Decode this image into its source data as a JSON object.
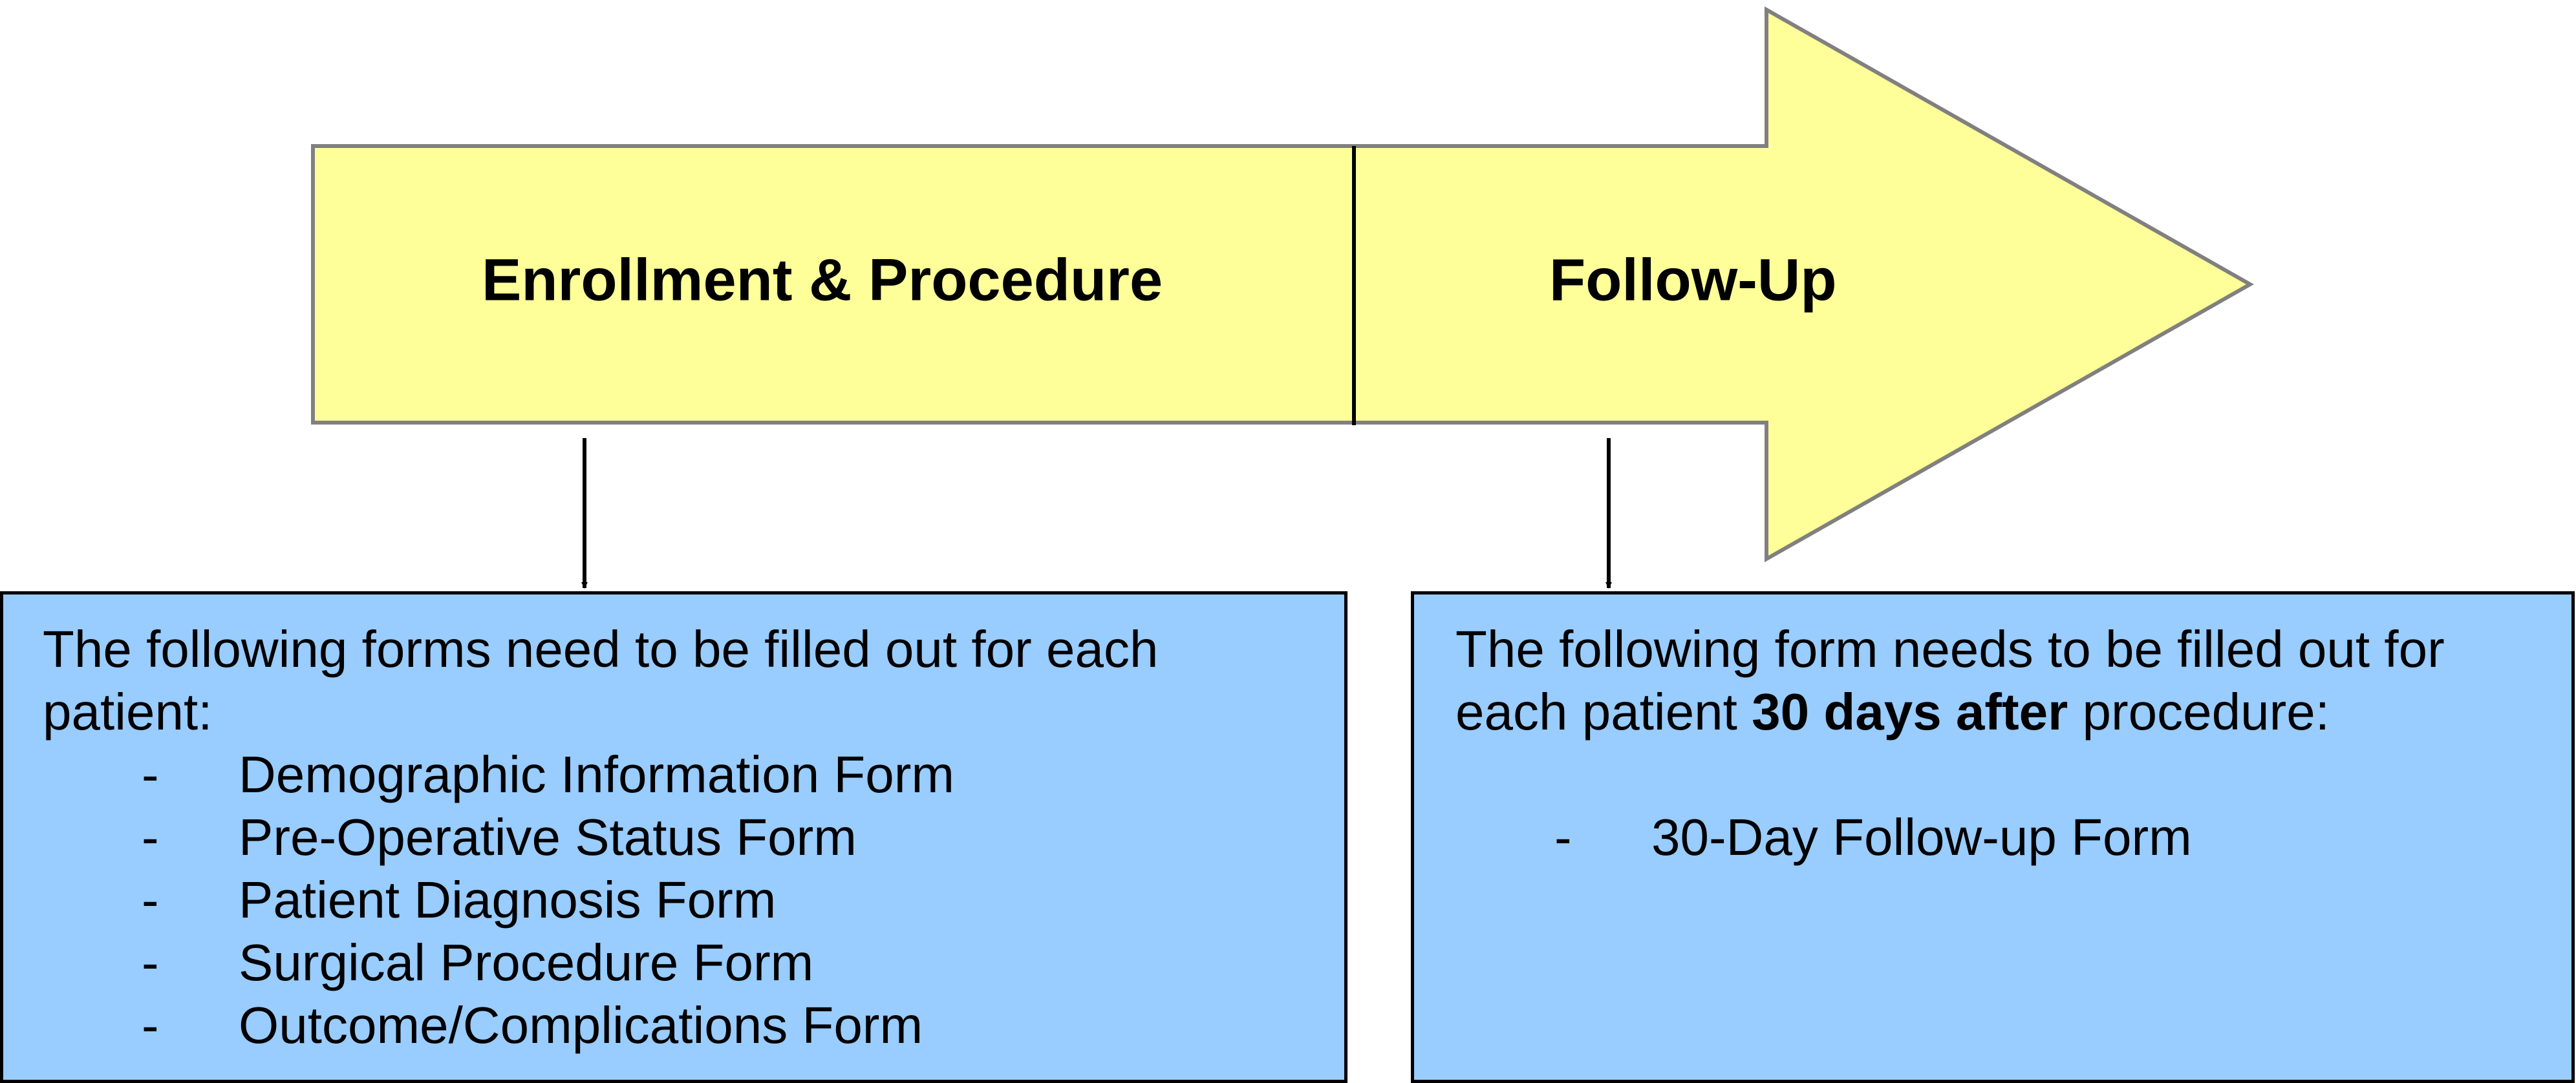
{
  "colors": {
    "arrow_fill": "#ffff99",
    "arrow_stroke": "#808080",
    "box_fill": "#99ccff",
    "box_border": "#000000",
    "text": "#000000"
  },
  "phase_arrow": {
    "stage_1_label": "Enrollment & Procedure",
    "stage_2_label": "Follow-Up"
  },
  "enrollment_box": {
    "intro": "The following forms need to be filled out for each patient:",
    "bullet": "-",
    "forms": [
      "Demographic Information Form",
      "Pre-Operative Status Form",
      "Patient Diagnosis Form",
      "Surgical Procedure Form",
      "Outcome/Complications Form"
    ]
  },
  "followup_box": {
    "intro_before": "The following form needs to be filled out for each patient ",
    "intro_emphasis": "30 days after",
    "intro_after": " procedure:",
    "bullet": "-",
    "forms": [
      "30-Day Follow-up Form"
    ]
  }
}
